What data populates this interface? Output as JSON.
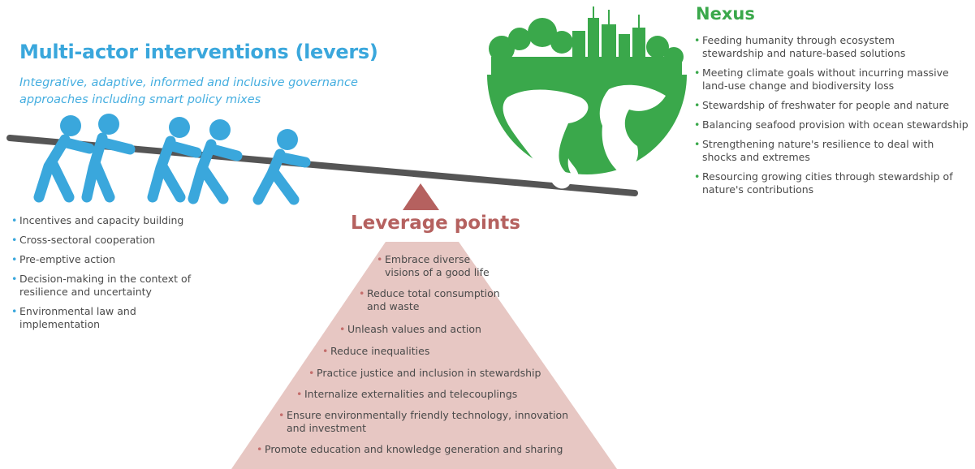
{
  "levers": {
    "title": "Multi-actor interventions (levers)",
    "subtitle": "Integrative, adaptive, informed and inclusive governance approaches including smart policy mixes",
    "items": [
      "Incentives and capacity building",
      "Cross-sectoral cooperation",
      "Pre-emptive action",
      "Decision-making in the context of resilience and uncertainty",
      "Environmental law and implementation"
    ]
  },
  "nexus": {
    "title": "Nexus",
    "items": [
      "Feeding humanity through ecosystem stewardship and nature-based solutions",
      "Meeting climate goals without incurring massive land-use change and biodiversity loss",
      "Stewardship of freshwater for people and nature",
      "Balancing seafood provision with ocean stewardship",
      "Strengthening nature's resilience to deal with shocks and extremes",
      "Resourcing growing cities through stewardship of nature's contributions"
    ]
  },
  "leverage": {
    "title": "Leverage points",
    "items": [
      "Embrace diverse visions of a good life",
      "Reduce total consumption and waste",
      "Unleash values and action",
      "Reduce inequalities",
      "Practice justice and inclusion in stewardship",
      "Internalize externalities and telecouplings",
      "Ensure environmentally friendly technology, innovation and investment",
      "Promote education and knowledge generation and sharing"
    ]
  },
  "colors": {
    "blue": "#3aa7dc",
    "green": "#3aa84b",
    "rose": "#b5615f",
    "pyramid": "#e7c7c3"
  }
}
